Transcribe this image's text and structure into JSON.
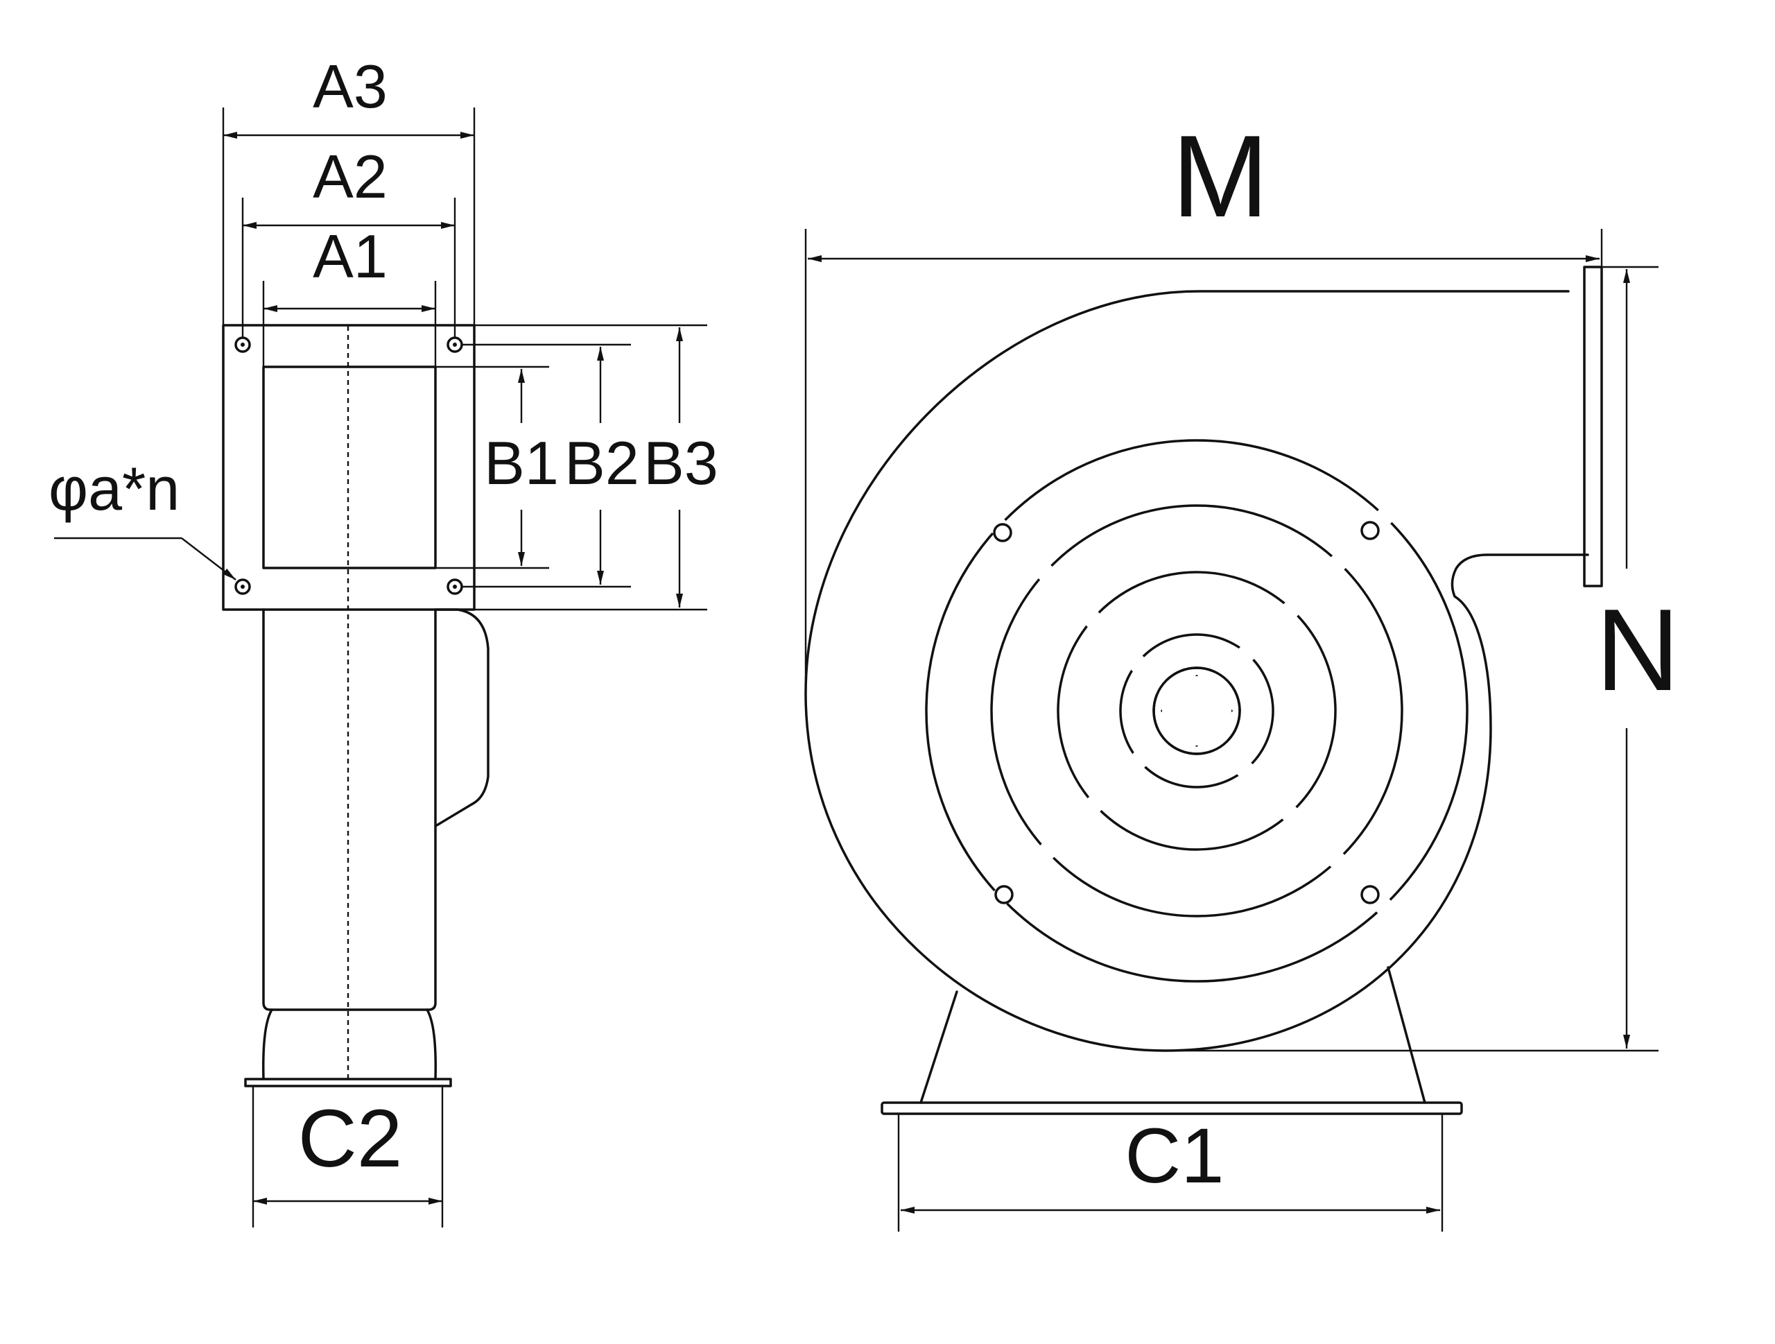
{
  "labels": {
    "A3": "A3",
    "A2": "A2",
    "A1": "A1",
    "B1": "B1",
    "B2": "B2",
    "B3": "B3",
    "hole": "φa*n",
    "C2": "C2",
    "M": "M",
    "N": "N",
    "C1": "C1"
  },
  "colors": {
    "line": "#111111",
    "background": "#ffffff"
  }
}
